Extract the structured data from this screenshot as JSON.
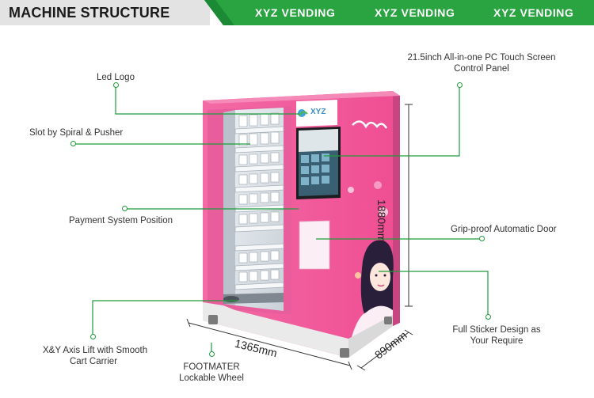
{
  "header": {
    "title": "MACHINE STRUCTURE",
    "brand_words": [
      "XYZ VENDING",
      "XYZ VENDING",
      "XYZ VENDING"
    ]
  },
  "labels": {
    "led_logo": "Led Logo",
    "slot": "Slot by Spiral & Pusher",
    "payment": "Payment System Position",
    "lift_line1": "X&Y Axis Lift with Smooth",
    "lift_line2": "Cart Carrier",
    "footmater_line1": "FOOTMATER",
    "footmater_line2": "Lockable Wheel",
    "screen_line1": "21.5inch All-in-one PC Touch Screen",
    "screen_line2": "Control Panel",
    "door": "Grip-proof Automatic Door",
    "sticker_line1": "Full Sticker Design as",
    "sticker_line2": "Your Require"
  },
  "dimensions": {
    "height": "1880mm",
    "width": "1365mm",
    "depth": "890mm"
  },
  "machine": {
    "logo_text": "XYZ"
  },
  "colors": {
    "accent_green": "#1f9b3a",
    "header_green": "#2aa441",
    "machine_pink": "#f1579a"
  }
}
